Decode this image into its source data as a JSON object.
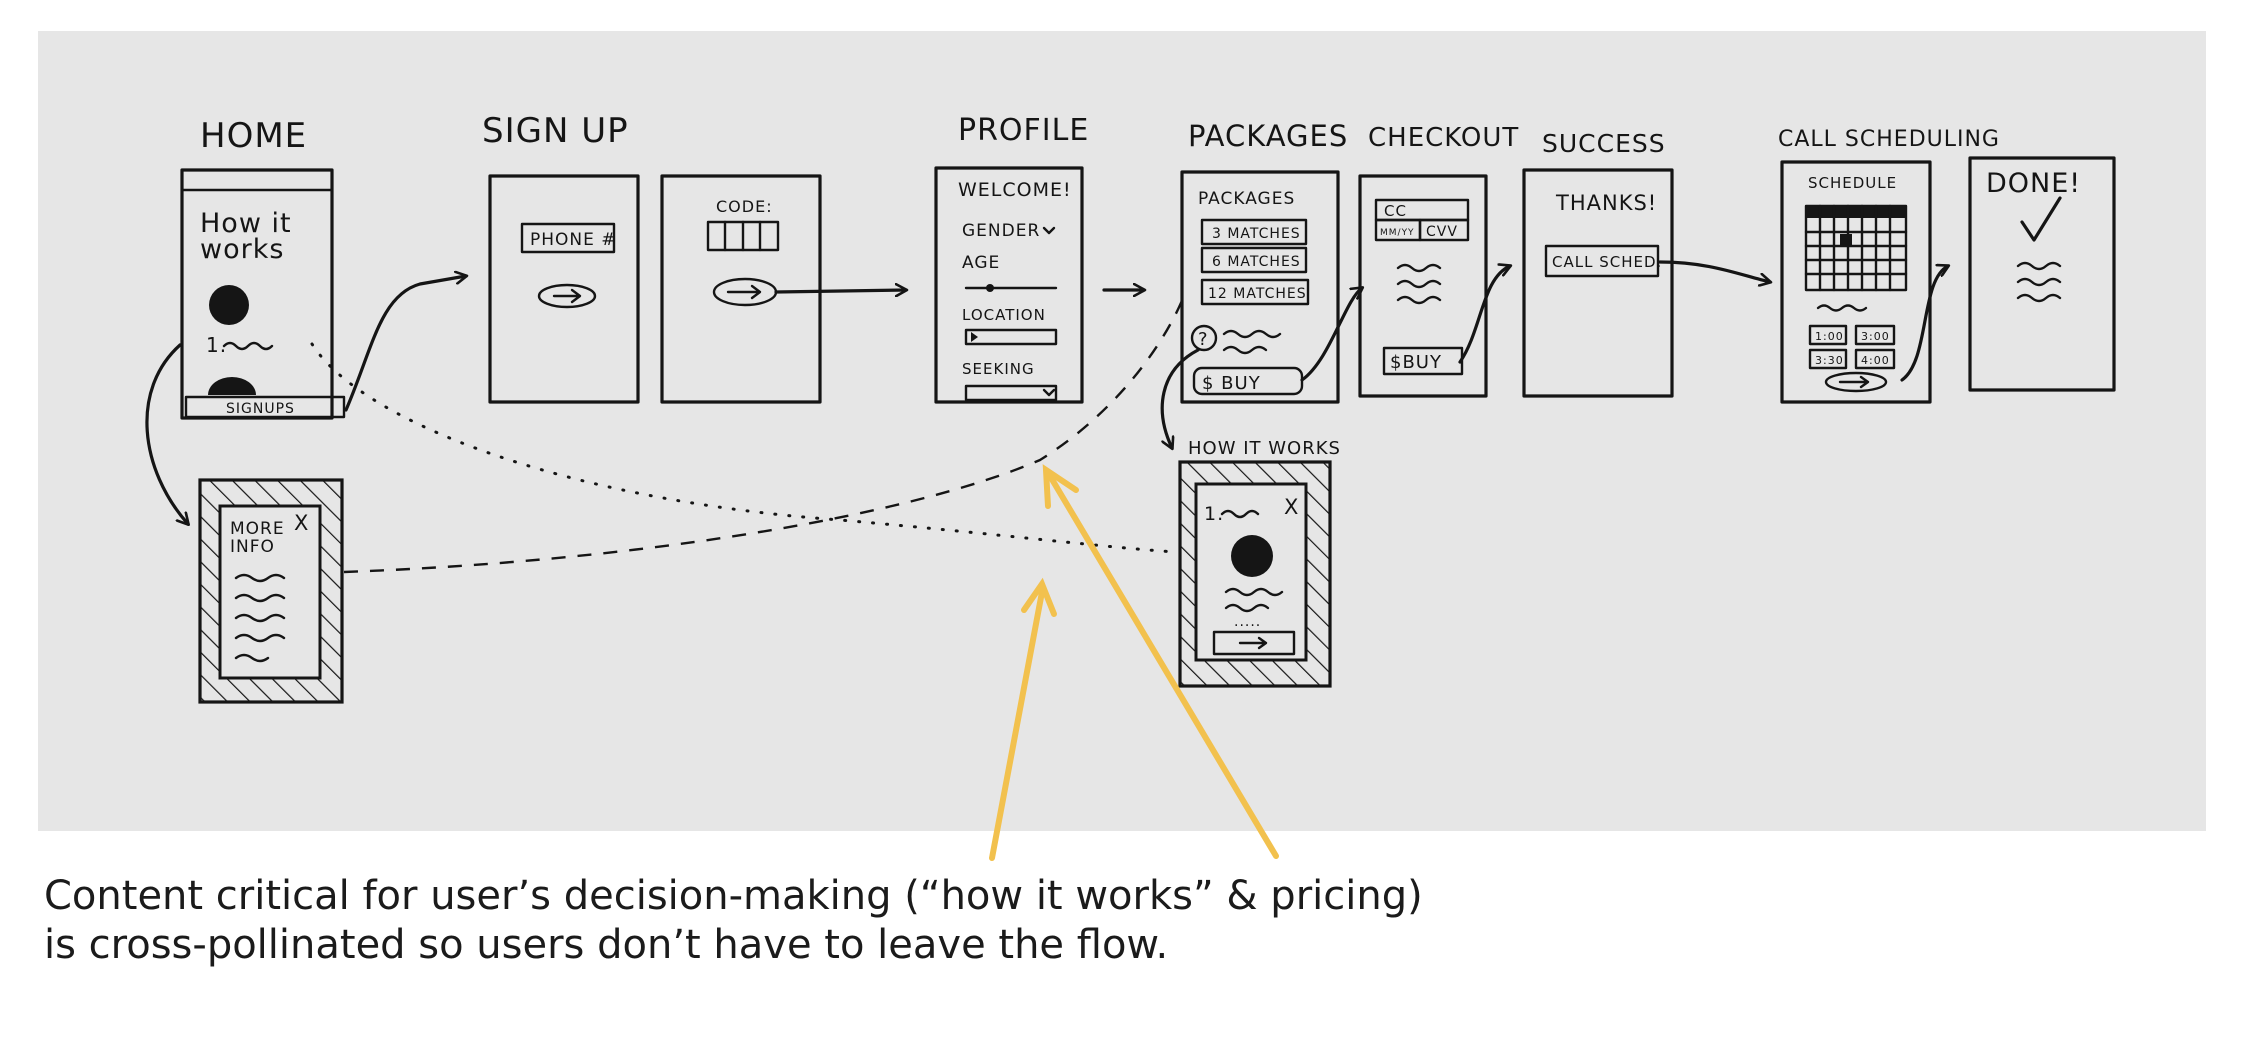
{
  "screens": {
    "home": {
      "title": "HOME",
      "heading_line1": "How it",
      "heading_line2": "works",
      "list_item": "1.",
      "signup_button": "SIGNUPS"
    },
    "signup": {
      "title": "SIGN UP",
      "phone_field": "PHONE #",
      "code_label": "CODE:"
    },
    "profile": {
      "title": "PROFILE",
      "welcome": "WELCOME!",
      "gender": "GENDER",
      "age": "AGE",
      "location": "LOCATION",
      "seeking": "SEEKING"
    },
    "packages": {
      "title": "PACKAGES",
      "header": "PACKAGES",
      "options": [
        "3 MATCHES",
        "6 MATCHES",
        "12 MATCHES"
      ],
      "help_icon": "?",
      "buy_button": "$ BUY"
    },
    "checkout": {
      "title": "CHECKOUT",
      "cc_label": "CC",
      "expiry_label": "MM/YY",
      "cvv_label": "CVV",
      "buy_button": "$BUY"
    },
    "success": {
      "title": "SUCCESS",
      "thanks": "THANKS!",
      "call_sched_button": "CALL SCHED."
    },
    "call_scheduling": {
      "title": "CALL SCHEDULING",
      "header": "SCHEDULE",
      "times": [
        "1:00",
        "3:00",
        "3:30",
        "4:00"
      ]
    },
    "done": {
      "title": "DONE!"
    },
    "more_info": {
      "title_line1": "MORE",
      "title_line2": "INFO",
      "close": "X"
    },
    "how_it_works": {
      "title": "HOW IT WORKS",
      "list_item": "1.",
      "close": "X",
      "dots": "....."
    }
  },
  "caption": {
    "line1": "Content critical for user’s decision-making (“how it works” & pricing)",
    "line2": "is cross-pollinated so users don’t have to leave the flow."
  },
  "colors": {
    "paper": "#e6e6e6",
    "ink": "#151515",
    "highlight": "#f2c14e",
    "caption_text": "#1b1b1b"
  }
}
